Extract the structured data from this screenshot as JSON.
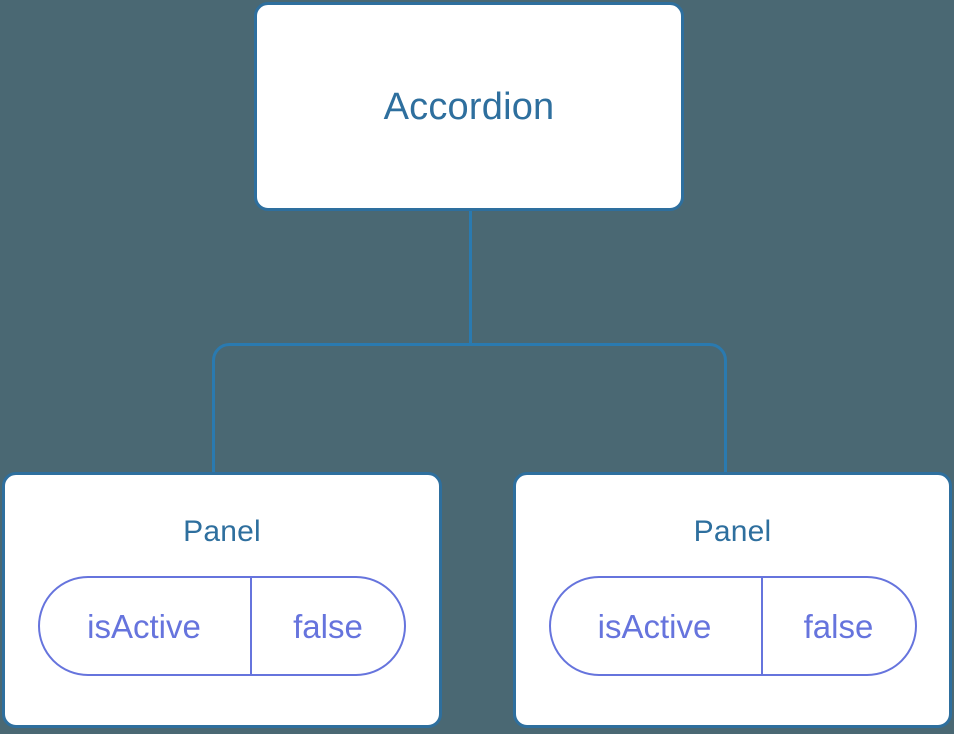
{
  "diagram": {
    "type": "component-tree",
    "background_color": "#4a6873",
    "node_border_color": "#2e6f9e",
    "node_text_color": "#2e6f9e",
    "connector_color": "#2a7ab0",
    "prop_color": "#6674dd",
    "root": {
      "label": "Accordion"
    },
    "children": [
      {
        "label": "Panel",
        "props": [
          {
            "key": "isActive",
            "value": "false"
          }
        ]
      },
      {
        "label": "Panel",
        "props": [
          {
            "key": "isActive",
            "value": "false"
          }
        ]
      }
    ]
  }
}
